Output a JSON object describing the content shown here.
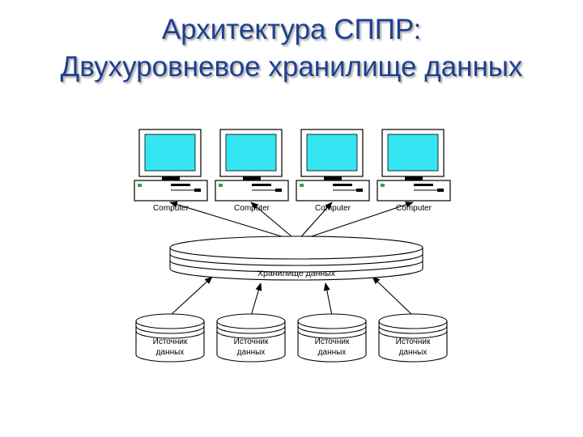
{
  "slide": {
    "title_line1": "Архитектура СППР:",
    "title_line2": "Двухуровневое хранилище данных",
    "title_color": "#1f3f8f"
  },
  "diagram": {
    "computers": [
      {
        "label": "Computer",
        "icon": "computer-icon"
      },
      {
        "label": "Computer",
        "icon": "computer-icon"
      },
      {
        "label": "Computer",
        "icon": "computer-icon"
      },
      {
        "label": "Computer",
        "icon": "computer-icon"
      }
    ],
    "warehouse": {
      "label": "Хранилище данных",
      "icon": "database-icon"
    },
    "sources": [
      {
        "line1": "Источник",
        "line2": "данных",
        "icon": "database-icon"
      },
      {
        "line1": "Источник",
        "line2": "данных",
        "icon": "database-icon"
      },
      {
        "line1": "Источник",
        "line2": "данных",
        "icon": "database-icon"
      },
      {
        "line1": "Источник",
        "line2": "данных",
        "icon": "database-icon"
      }
    ],
    "colors": {
      "screen": "#33e6f2",
      "outline": "#000000",
      "case": "#ffffff",
      "led": "#2ea84a"
    }
  }
}
